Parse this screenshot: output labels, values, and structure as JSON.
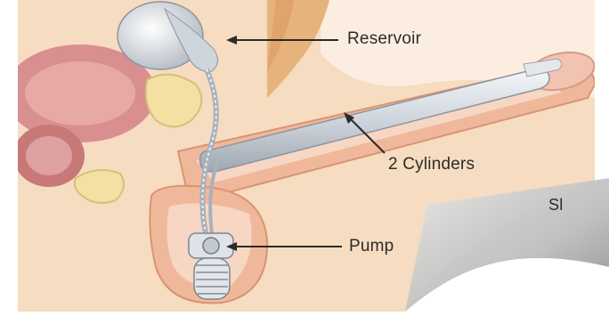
{
  "labels": {
    "reservoir": "Reservoir",
    "cylinders": "2 Cylinders",
    "pump": "Pump",
    "slide_fragment": "Sl"
  },
  "colors": {
    "skin": "#f5d4b3",
    "tissue": "#f0c8a0",
    "muscle": "#d98f8f",
    "bone": "#f3e0a3",
    "device": "#d9dde3",
    "label_text": "#2b2b2b",
    "page_curl": "#c9c9c9"
  }
}
